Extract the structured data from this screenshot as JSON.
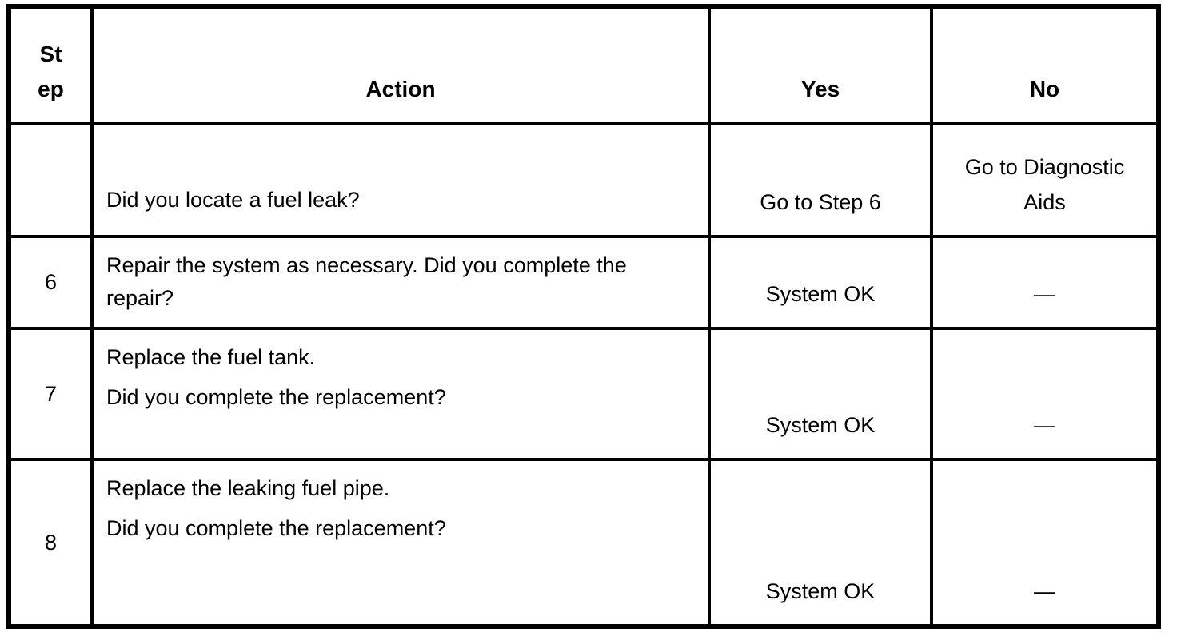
{
  "colors": {
    "background": "#ffffff",
    "text": "#000000",
    "border": "#000000"
  },
  "table": {
    "header": {
      "step": "Step",
      "action": "Action",
      "yes": "Yes",
      "no": "No"
    },
    "rows": [
      {
        "step": "",
        "action": [
          "Did you locate a fuel leak?"
        ],
        "yes": "Go to Step 6",
        "no": "Go to Diagnostic Aids"
      },
      {
        "step": "6",
        "action": [
          "Repair the system as necessary. Did you complete the repair?"
        ],
        "yes": "System OK",
        "no": "—"
      },
      {
        "step": "7",
        "action": [
          "Replace the fuel tank.",
          "Did you complete the replacement?"
        ],
        "yes": "System OK",
        "no": "—"
      },
      {
        "step": "8",
        "action": [
          "Replace the leaking fuel pipe.",
          "Did you complete the replacement?"
        ],
        "yes": "System OK",
        "no": "—"
      }
    ]
  }
}
